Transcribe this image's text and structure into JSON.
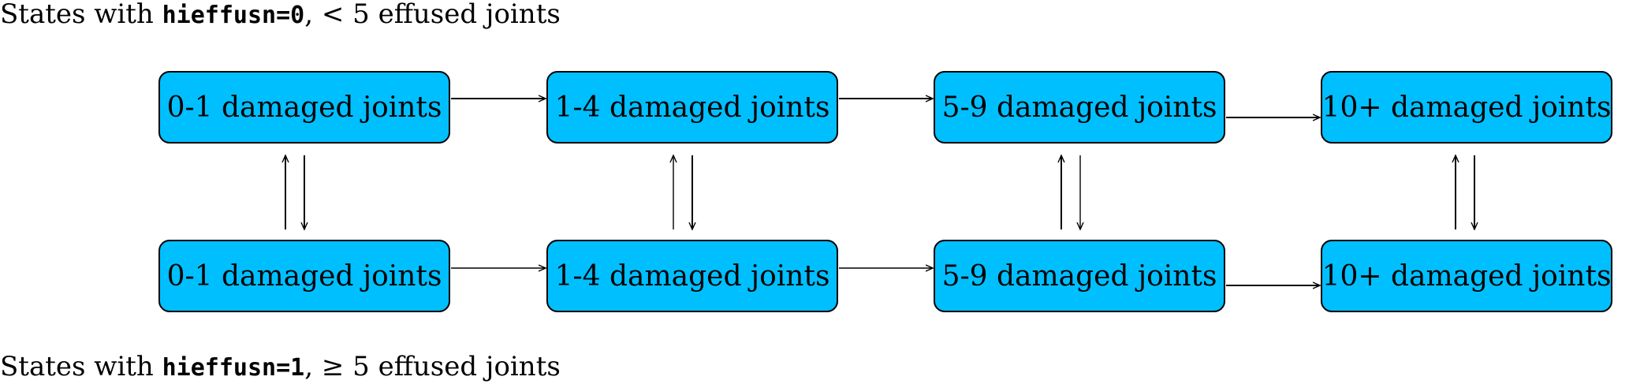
{
  "captions": {
    "top": {
      "prefix": "States with ",
      "code": "hieffusn=0",
      "suffix": ", < 5 effused joints"
    },
    "bottom": {
      "prefix": "States with ",
      "code": "hieffusn=1",
      "suffix": ", ≥ 5 effused joints"
    }
  },
  "rows": [
    {
      "id": "top",
      "nodes": [
        {
          "label": "0-1 damaged joints"
        },
        {
          "label": "1-4 damaged joints"
        },
        {
          "label": "5-9 damaged joints"
        },
        {
          "label": "10+ damaged joints"
        }
      ]
    },
    {
      "id": "bottom",
      "nodes": [
        {
          "label": "0-1 damaged joints"
        },
        {
          "label": "1-4 damaged joints"
        },
        {
          "label": "5-9 damaged joints"
        },
        {
          "label": "10+ damaged joints"
        }
      ]
    }
  ],
  "edges": {
    "horizontal": "each state transitions to the next damage category within its row",
    "vertical": "bidirectional transitions between hieffusn=0 and hieffusn=1 for each damage category"
  },
  "colors": {
    "node_fill": "#00bfff",
    "stroke": "#000000"
  }
}
